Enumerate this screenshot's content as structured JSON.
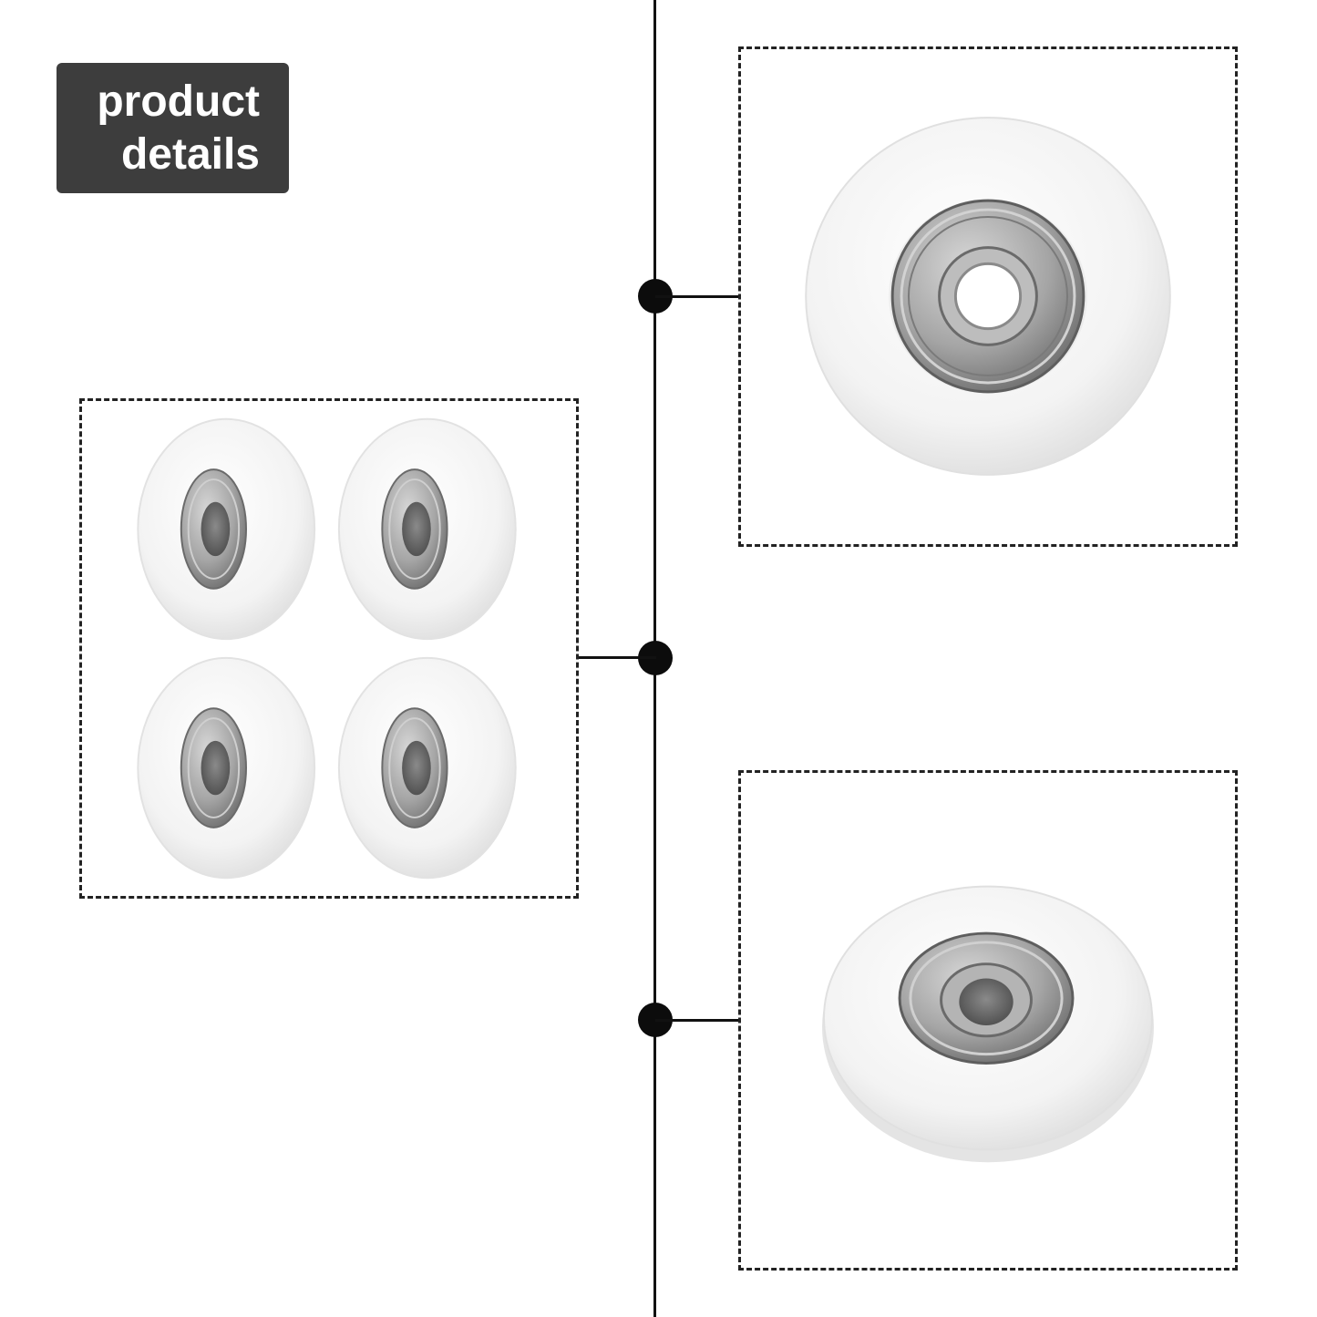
{
  "header": {
    "line1": "product",
    "line2": "details"
  },
  "colors": {
    "badge_background": "#3d3d3d",
    "badge_text": "#ffffff",
    "line": "#111111",
    "dot": "#0c0c0c",
    "wheel_body": "#f4f4f4",
    "bearing_metal": "#9a9a9a"
  },
  "panels": [
    {
      "id": "wheels-set-of-four"
    },
    {
      "id": "wheel-front-view"
    },
    {
      "id": "wheel-angled-view"
    }
  ]
}
